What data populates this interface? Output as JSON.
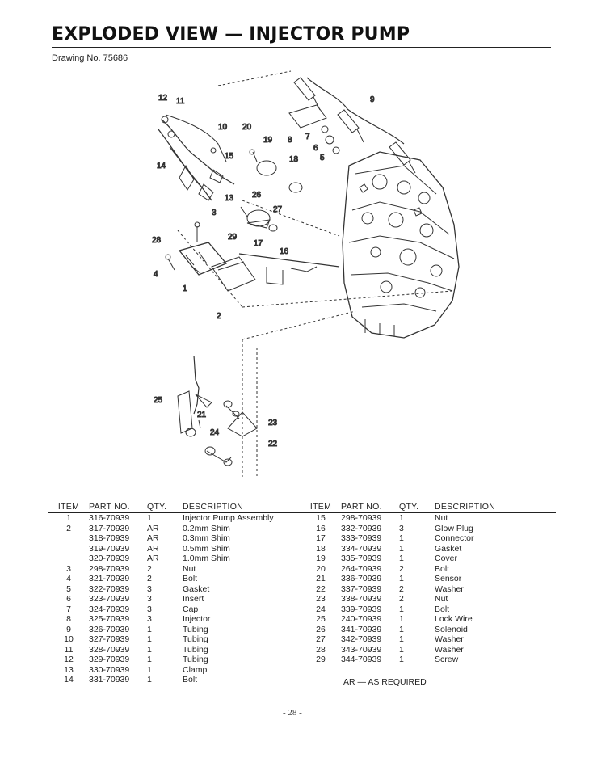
{
  "header": {
    "title": "EXPLODED VIEW — INJECTOR PUMP",
    "drawing_no": "Drawing No. 75686"
  },
  "callouts": [
    "1",
    "2",
    "3",
    "4",
    "5",
    "6",
    "7",
    "8",
    "9",
    "10",
    "11",
    "12",
    "13",
    "14",
    "15",
    "16",
    "17",
    "18",
    "19",
    "20",
    "21",
    "22",
    "23",
    "24",
    "25",
    "26",
    "27",
    "28",
    "29"
  ],
  "table": {
    "headers": {
      "item": "ITEM",
      "part_no": "PART NO.",
      "qty": "QTY.",
      "description": "DESCRIPTION"
    },
    "left_rows": [
      {
        "item": "1",
        "part_no": "316-70939",
        "qty": "1",
        "description": "Injector Pump Assembly"
      },
      {
        "item": "2",
        "part_no": "317-70939",
        "qty": "AR",
        "description": "0.2mm Shim"
      },
      {
        "item": "",
        "part_no": "318-70939",
        "qty": "AR",
        "description": "0.3mm Shim"
      },
      {
        "item": "",
        "part_no": "319-70939",
        "qty": "AR",
        "description": "0.5mm Shim"
      },
      {
        "item": "",
        "part_no": "320-70939",
        "qty": "AR",
        "description": "1.0mm Shim"
      },
      {
        "item": "3",
        "part_no": "298-70939",
        "qty": "2",
        "description": "Nut"
      },
      {
        "item": "4",
        "part_no": "321-70939",
        "qty": "2",
        "description": "Bolt"
      },
      {
        "item": "5",
        "part_no": "322-70939",
        "qty": "3",
        "description": "Gasket"
      },
      {
        "item": "6",
        "part_no": "323-70939",
        "qty": "3",
        "description": "Insert"
      },
      {
        "item": "7",
        "part_no": "324-70939",
        "qty": "3",
        "description": "Cap"
      },
      {
        "item": "8",
        "part_no": "325-70939",
        "qty": "3",
        "description": "Injector"
      },
      {
        "item": "9",
        "part_no": "326-70939",
        "qty": "1",
        "description": "Tubing"
      },
      {
        "item": "10",
        "part_no": "327-70939",
        "qty": "1",
        "description": "Tubing"
      },
      {
        "item": "11",
        "part_no": "328-70939",
        "qty": "1",
        "description": "Tubing"
      },
      {
        "item": "12",
        "part_no": "329-70939",
        "qty": "1",
        "description": "Tubing"
      },
      {
        "item": "13",
        "part_no": "330-70939",
        "qty": "1",
        "description": "Clamp"
      },
      {
        "item": "14",
        "part_no": "331-70939",
        "qty": "1",
        "description": "Bolt"
      }
    ],
    "right_rows": [
      {
        "item": "15",
        "part_no": "298-70939",
        "qty": "1",
        "description": "Nut"
      },
      {
        "item": "16",
        "part_no": "332-70939",
        "qty": "3",
        "description": "Glow Plug"
      },
      {
        "item": "17",
        "part_no": "333-70939",
        "qty": "1",
        "description": "Connector"
      },
      {
        "item": "18",
        "part_no": "334-70939",
        "qty": "1",
        "description": "Gasket"
      },
      {
        "item": "19",
        "part_no": "335-70939",
        "qty": "1",
        "description": "Cover"
      },
      {
        "item": "20",
        "part_no": "264-70939",
        "qty": "2",
        "description": "Bolt"
      },
      {
        "item": "21",
        "part_no": "336-70939",
        "qty": "1",
        "description": "Sensor"
      },
      {
        "item": "22",
        "part_no": "337-70939",
        "qty": "2",
        "description": "Washer"
      },
      {
        "item": "23",
        "part_no": "338-70939",
        "qty": "2",
        "description": "Nut"
      },
      {
        "item": "24",
        "part_no": "339-70939",
        "qty": "1",
        "description": "Bolt"
      },
      {
        "item": "25",
        "part_no": "240-70939",
        "qty": "1",
        "description": "Lock Wire"
      },
      {
        "item": "26",
        "part_no": "341-70939",
        "qty": "1",
        "description": "Solenoid"
      },
      {
        "item": "27",
        "part_no": "342-70939",
        "qty": "1",
        "description": "Washer"
      },
      {
        "item": "28",
        "part_no": "343-70939",
        "qty": "1",
        "description": "Washer"
      },
      {
        "item": "29",
        "part_no": "344-70939",
        "qty": "1",
        "description": "Screw"
      }
    ],
    "note": "AR — AS REQUIRED"
  },
  "footer": {
    "page_number": "- 28 -"
  }
}
